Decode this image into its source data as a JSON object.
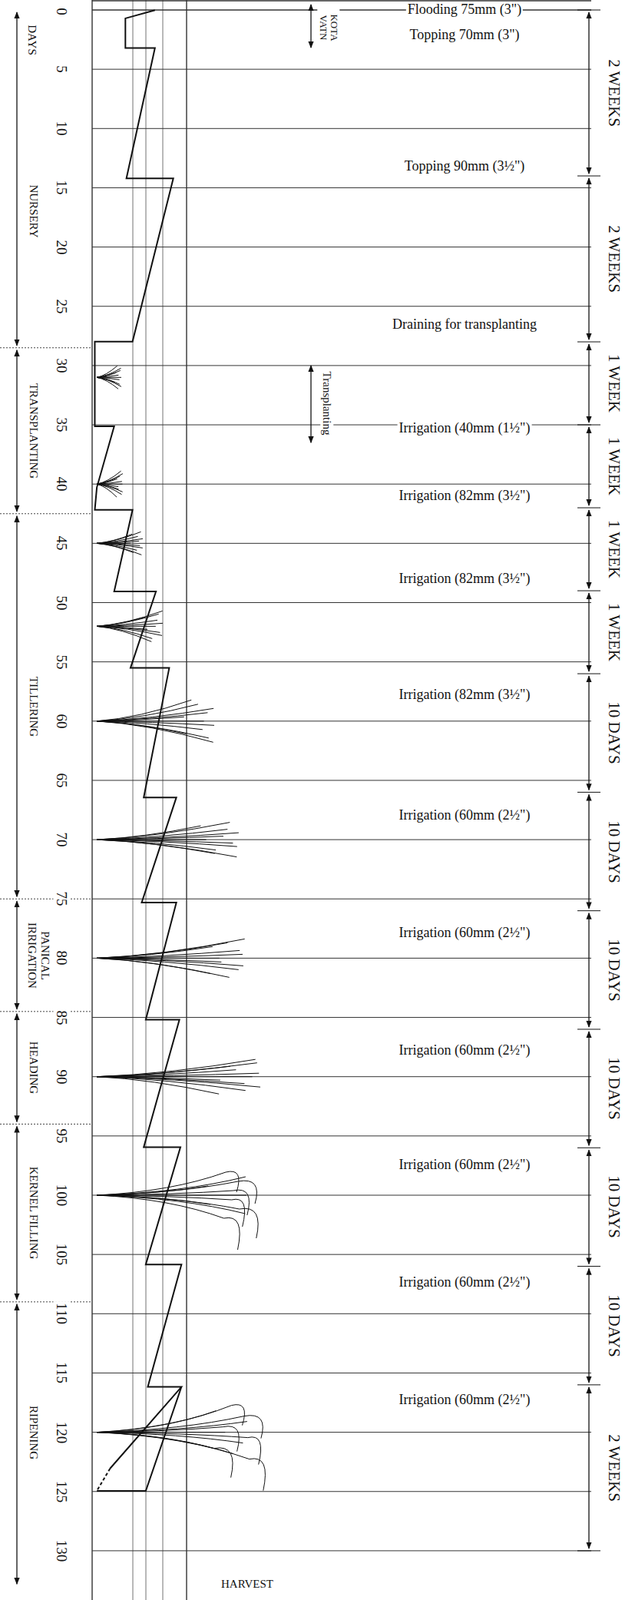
{
  "diagram": {
    "labels": [
      "Flooding 75mm (3\")",
      "Topping 70mm (3\")",
      "KOTA VATN",
      "DAYS",
      "0",
      "5",
      "10",
      "15",
      "20",
      "25",
      "30",
      "35",
      "40",
      "45",
      "50",
      "55",
      "60",
      "65",
      "70",
      "75",
      "80",
      "85",
      "90",
      "95",
      "100",
      "105",
      "110",
      "115",
      "120",
      "125",
      "130",
      "NURSERY",
      "TRANSPLANTING",
      "TILLERING",
      "PANICAL IRRIGATION",
      "HEADING",
      "KERNEL FILLING",
      "RIPENING",
      "Topping 90mm (3½\")",
      "Draining for transplanting",
      "Transplanting",
      "Irrigation (40mm (1½\")",
      "Irrigation (82mm (3½\")",
      "Irrigation (82mm (3½\")",
      "Irrigation (82mm (3½\")",
      "Irrigation (60mm (2½\")",
      "Irrigation (60mm (2½\")",
      "Irrigation (60mm (2½\")",
      "Irrigation (60mm (2½\")",
      "Irrigation (60mm (2½\")",
      "Irrigation (60mm (2½\")",
      "2 WEEKS",
      "2 WEEKS",
      "1 WEEK",
      "1 WEEK",
      "1 WEEK",
      "1 WEEK",
      "10 DAYS",
      "10 DAYS",
      "10 DAYS",
      "10 DAYS",
      "10 DAYS",
      "10 DAYS",
      "2 WEEKS",
      "HARVEST"
    ]
  }
}
